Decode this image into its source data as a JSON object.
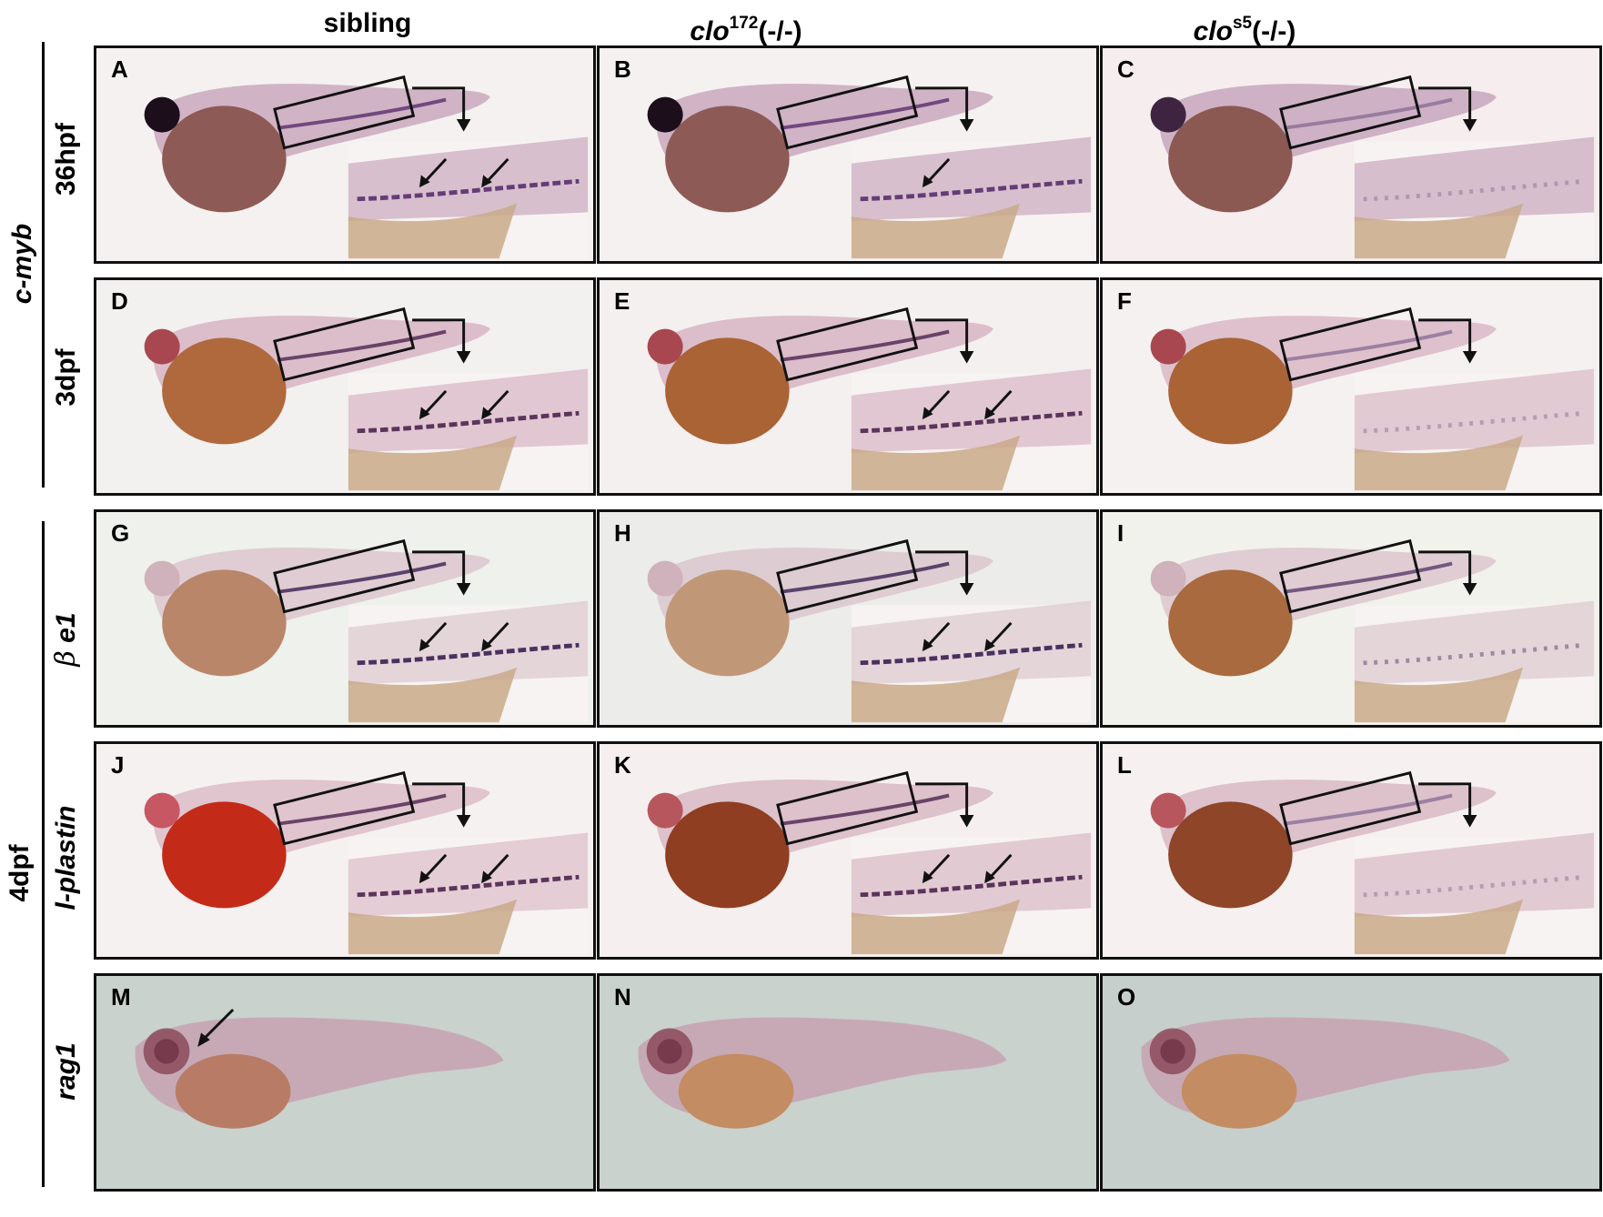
{
  "columns": [
    {
      "italic": "",
      "sup": "",
      "plain": "sibling"
    },
    {
      "italic": "clo",
      "sup": "172",
      "plain": "(-/-)"
    },
    {
      "italic": "clo",
      "sup": "s5",
      "plain": "(-/-)"
    }
  ],
  "row_labels": {
    "cmyb": "c-myb",
    "h36": "36hpf",
    "d3": "3dpf",
    "d4": "4dpf",
    "be1_greek": "β",
    "be1_text": "e1",
    "lplastin": "l-plastin",
    "rag1": "rag1"
  },
  "panels": [
    {
      "label": "A",
      "bg": "#f4f1f0",
      "eye": "#1c0e1a",
      "yolk": "#8e5a55",
      "body": "#c9a8bd",
      "stain": "#5a2d6e",
      "arrows": 2
    },
    {
      "label": "B",
      "bg": "#f5f1f0",
      "eye": "#1c0e1a",
      "yolk": "#8e5a55",
      "body": "#c9a8bd",
      "stain": "#5a2d6e",
      "arrows": 1
    },
    {
      "label": "C",
      "bg": "#f6eeee",
      "eye": "#3e2440",
      "yolk": "#8b5852",
      "body": "#c7a6bc",
      "stain": "#8a6f96",
      "arrows": 0
    },
    {
      "label": "D",
      "bg": "#f3f0f0",
      "eye": "#a8474f",
      "yolk": "#b0693c",
      "body": "#d7b4c3",
      "stain": "#4c244f",
      "arrows": 2
    },
    {
      "label": "E",
      "bg": "#f3f0ef",
      "eye": "#a8474f",
      "yolk": "#aa6335",
      "body": "#d7b4c3",
      "stain": "#4c244f",
      "arrows": 2
    },
    {
      "label": "F",
      "bg": "#f6f1f1",
      "eye": "#a8474f",
      "yolk": "#aa6335",
      "body": "#d9b8c6",
      "stain": "#8a6f96",
      "arrows": 0
    },
    {
      "label": "G",
      "bg": "#eef1ec",
      "eye": "#cfb2bb",
      "yolk": "#b9866a",
      "body": "#dcc7cf",
      "stain": "#3a1f52",
      "arrows": 2
    },
    {
      "label": "H",
      "bg": "#ececea",
      "eye": "#cfb2bb",
      "yolk": "#c09878",
      "body": "#dcc7cf",
      "stain": "#3a1f52",
      "arrows": 2
    },
    {
      "label": "I",
      "bg": "#f2f2ec",
      "eye": "#cfb2bb",
      "yolk": "#a86a3e",
      "body": "#dcc7cf",
      "stain": "#5a3b6a",
      "arrows": 0
    },
    {
      "label": "J",
      "bg": "#f5f1f0",
      "eye": "#c75762",
      "yolk": "#c32b18",
      "body": "#dcbcc8",
      "stain": "#4c244f",
      "arrows": 2
    },
    {
      "label": "K",
      "bg": "#f5f0ef",
      "eye": "#b8565e",
      "yolk": "#8f3e22",
      "body": "#d8b8c4",
      "stain": "#4c244f",
      "arrows": 2
    },
    {
      "label": "L",
      "bg": "#f6f1f0",
      "eye": "#b8565e",
      "yolk": "#8f4528",
      "body": "#d8b8c4",
      "stain": "#8a6f96",
      "arrows": 0
    },
    {
      "label": "M",
      "bg": "#c9d2cd",
      "eye": "#8b4a5c",
      "yolk": "#b87c66",
      "body": "#c7a2b2",
      "stain": "#6d3c5a",
      "arrows": 1
    },
    {
      "label": "N",
      "bg": "#c9d2cd",
      "eye": "#8b4a5c",
      "yolk": "#c48c62",
      "body": "#c7a2b2",
      "stain": "#6d3c5a",
      "arrows": 0
    },
    {
      "label": "O",
      "bg": "#c6cfcb",
      "eye": "#8b4a5c",
      "yolk": "#c48c62",
      "body": "#c7a2b2",
      "stain": "#6d3c5a",
      "arrows": 0
    }
  ]
}
